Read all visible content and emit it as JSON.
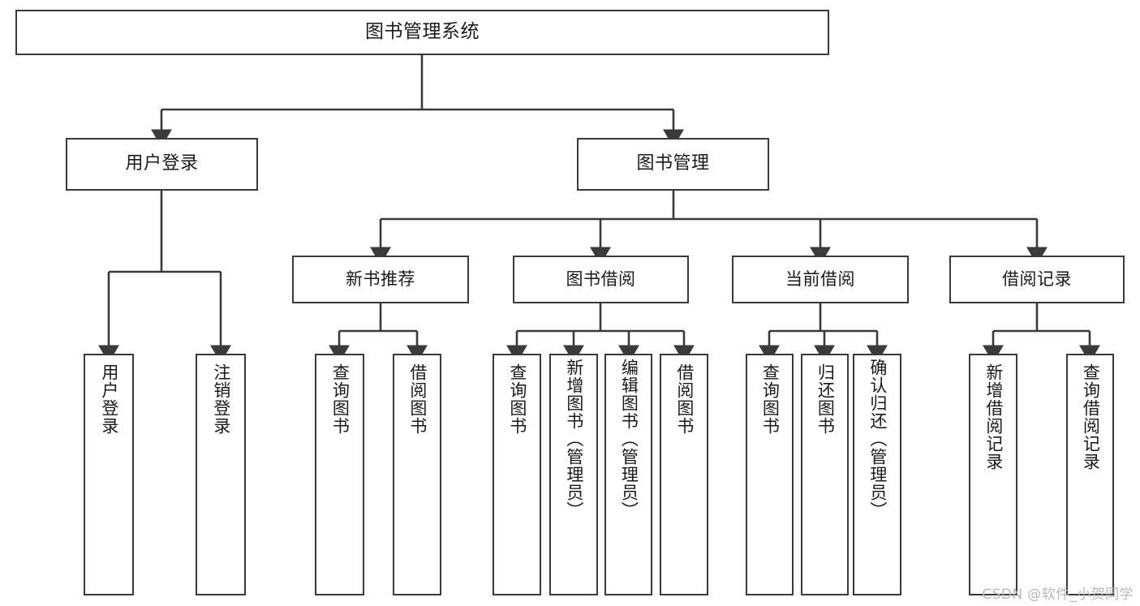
{
  "diagram": {
    "title": "图书管理系统",
    "type": "tree-hierarchy",
    "watermark": "CSDN @软件_小贺同学",
    "colors": {
      "stroke": "#3a3a3a",
      "fill": "#ffffff",
      "text": "#1a1a1a",
      "watermark": "#b9b9b9"
    },
    "root": {
      "label": "图书管理系统"
    },
    "level1": [
      {
        "id": "user-login",
        "label": "用户登录"
      },
      {
        "id": "book-manage",
        "label": "图书管理"
      }
    ],
    "level2": [
      {
        "id": "new-book-rec",
        "label": "新书推荐",
        "parent": "book-manage"
      },
      {
        "id": "book-borrow",
        "label": "图书借阅",
        "parent": "book-manage"
      },
      {
        "id": "current-borrow",
        "label": "当前借阅",
        "parent": "book-manage"
      },
      {
        "id": "borrow-record",
        "label": "借阅记录",
        "parent": "book-manage"
      }
    ],
    "leaves": [
      {
        "id": "leaf-user-login",
        "label": "用户登录",
        "parent": "user-login"
      },
      {
        "id": "leaf-logout",
        "label": "注销登录",
        "parent": "user-login"
      },
      {
        "id": "leaf-query-book-1",
        "label": "查询图书",
        "parent": "new-book-rec"
      },
      {
        "id": "leaf-borrow-book-1",
        "label": "借阅图书",
        "parent": "new-book-rec"
      },
      {
        "id": "leaf-query-book-2",
        "label": "查询图书",
        "parent": "book-borrow"
      },
      {
        "id": "leaf-add-book",
        "label": "新增图书（管理员）",
        "parent": "book-borrow"
      },
      {
        "id": "leaf-edit-book",
        "label": "编辑图书（管理员）",
        "parent": "book-borrow"
      },
      {
        "id": "leaf-borrow-book-2",
        "label": "借阅图书",
        "parent": "book-borrow"
      },
      {
        "id": "leaf-query-book-3",
        "label": "查询图书",
        "parent": "current-borrow"
      },
      {
        "id": "leaf-return-book",
        "label": "归还图书",
        "parent": "current-borrow"
      },
      {
        "id": "leaf-confirm-return",
        "label": "确认归还（管理员）",
        "parent": "current-borrow"
      },
      {
        "id": "leaf-add-record",
        "label": "新增借阅记录",
        "parent": "borrow-record"
      },
      {
        "id": "leaf-query-record",
        "label": "查询借阅记录",
        "parent": "borrow-record"
      }
    ]
  }
}
